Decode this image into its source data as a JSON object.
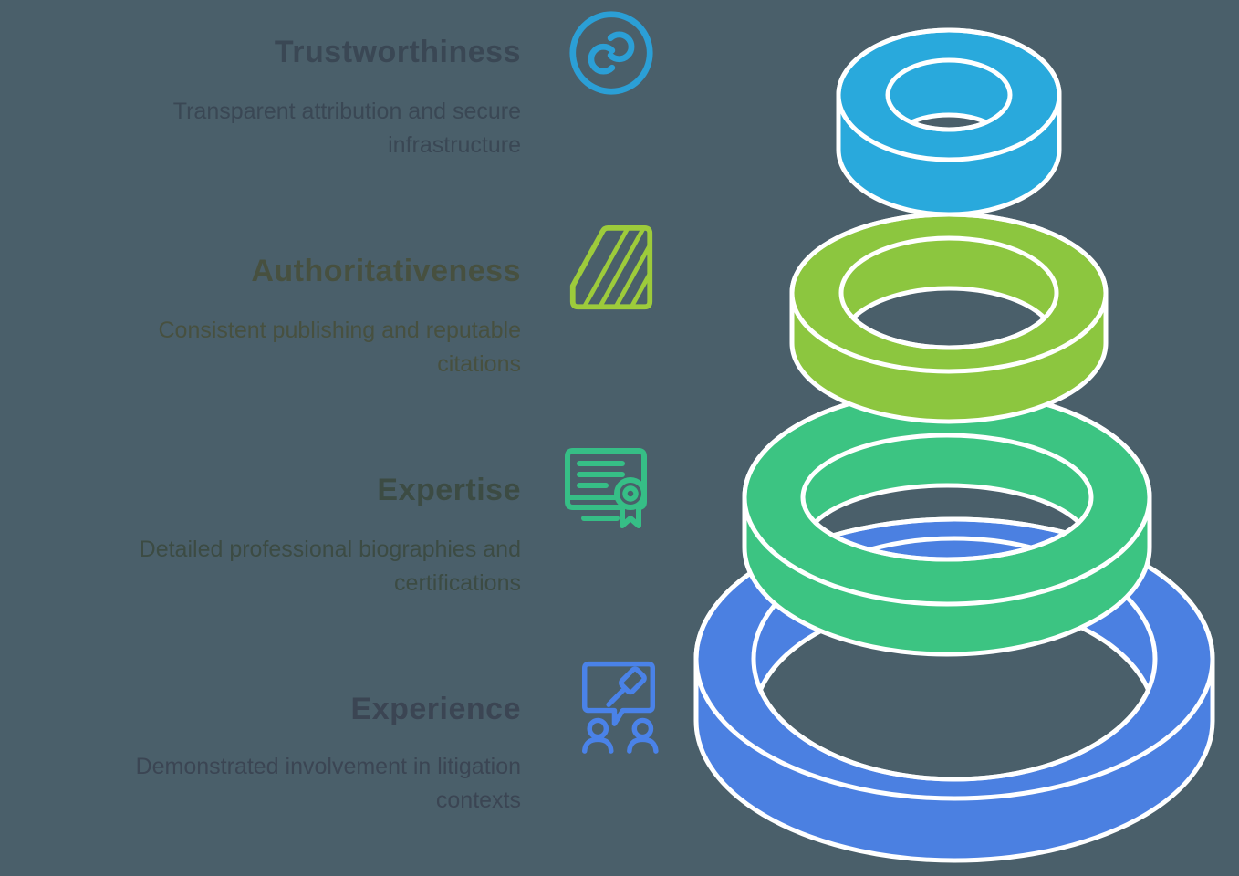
{
  "page": {
    "background": "#4A5F6A",
    "outline_color": "#FFFFFF"
  },
  "sections": [
    {
      "title": "Trustworthiness",
      "description": "Transparent attribution and secure infrastructure",
      "description_lines": [
        "Transparent attribution and secure",
        "infrastructure"
      ],
      "text_color": "#3A4754",
      "icon": "link-circle-icon",
      "icon_color": "#2B9FD6",
      "ring_color": "#29A9DC"
    },
    {
      "title": "Authoritativeness",
      "description": "Consistent publishing and reputable citations",
      "description_lines": [
        "Consistent publishing and reputable",
        "citations"
      ],
      "text_color": "#47503F",
      "icon": "striped-badge-icon",
      "icon_color": "#9DCB3B",
      "ring_color": "#8CC63F"
    },
    {
      "title": "Expertise",
      "description": "Detailed professional biographies and certifications",
      "description_lines": [
        "Detailed professional biographies and",
        "certifications"
      ],
      "text_color": "#3C4B43",
      "icon": "certificate-icon",
      "icon_color": "#36BE86",
      "ring_color": "#3CC482"
    },
    {
      "title": "Experience",
      "description": "Demonstrated involvement in litigation contexts",
      "description_lines": [
        "Demonstrated involvement in litigation",
        "contexts"
      ],
      "text_color": "#3B4553",
      "icon": "people-gavel-icon",
      "icon_color": "#4A82E8",
      "ring_color": "#4B80E1"
    }
  ]
}
